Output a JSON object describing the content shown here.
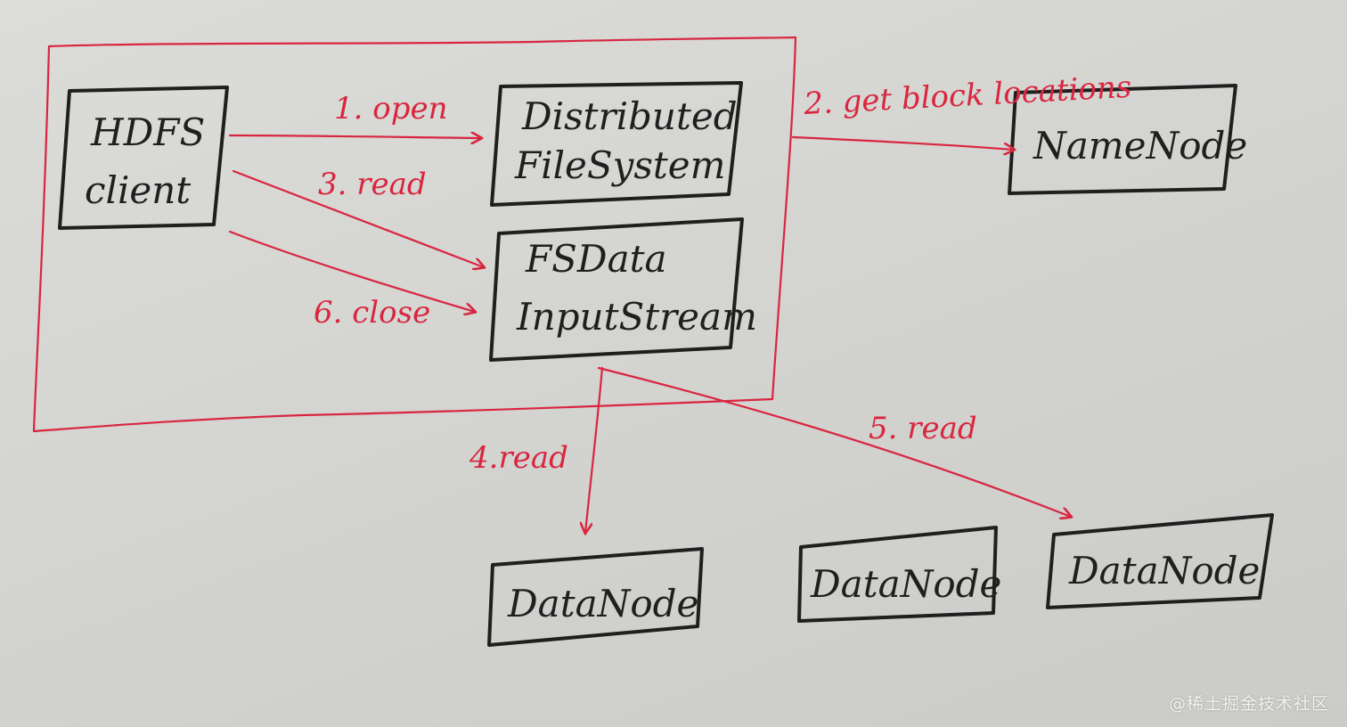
{
  "client_boundary_color": "#d9263f",
  "ink_color": "#1f1f1f",
  "nodes": {
    "hdfs_client": {
      "line1": "HDFS",
      "line2": "client"
    },
    "distributed_filesystem": {
      "line1": "Distributed",
      "line2": "FileSystem"
    },
    "fsdata_inputstream": {
      "line1": "FSData",
      "line2": "InputStream"
    },
    "namenode": {
      "label": "NameNode"
    },
    "datanode_1": {
      "label": "DataNode"
    },
    "datanode_2": {
      "label": "DataNode"
    },
    "datanode_3": {
      "label": "DataNode"
    }
  },
  "edges": {
    "open": "1. open",
    "get_block_locations": "2. get block locations",
    "read_3": "3. read",
    "read_4": "4.read",
    "read_5": "5. read",
    "close": "6. close"
  },
  "watermark": "@稀土掘金技术社区"
}
